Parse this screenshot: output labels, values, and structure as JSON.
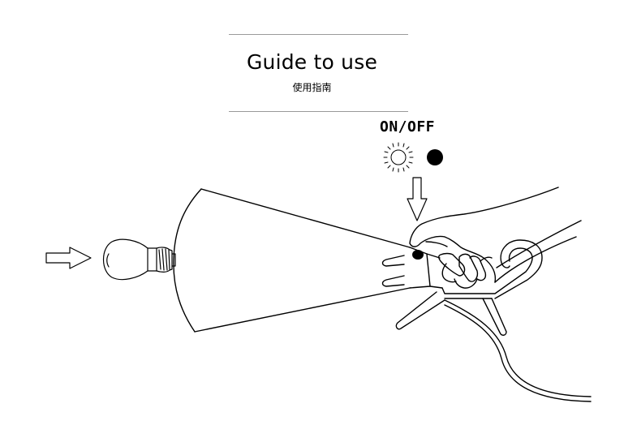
{
  "header": {
    "title": "Guide to use",
    "subtitle": "使用指南"
  },
  "switch_label": "ON/OFF",
  "icons": [
    "sun-icon",
    "dark-circle-icon",
    "down-arrow-icon",
    "right-arrow-icon",
    "light-bulb",
    "lamp-shade",
    "hand",
    "hook",
    "power-cord",
    "switch-button"
  ],
  "colors": {
    "line": "#000000",
    "rule": "#9a9a9a",
    "background": "#ffffff"
  }
}
